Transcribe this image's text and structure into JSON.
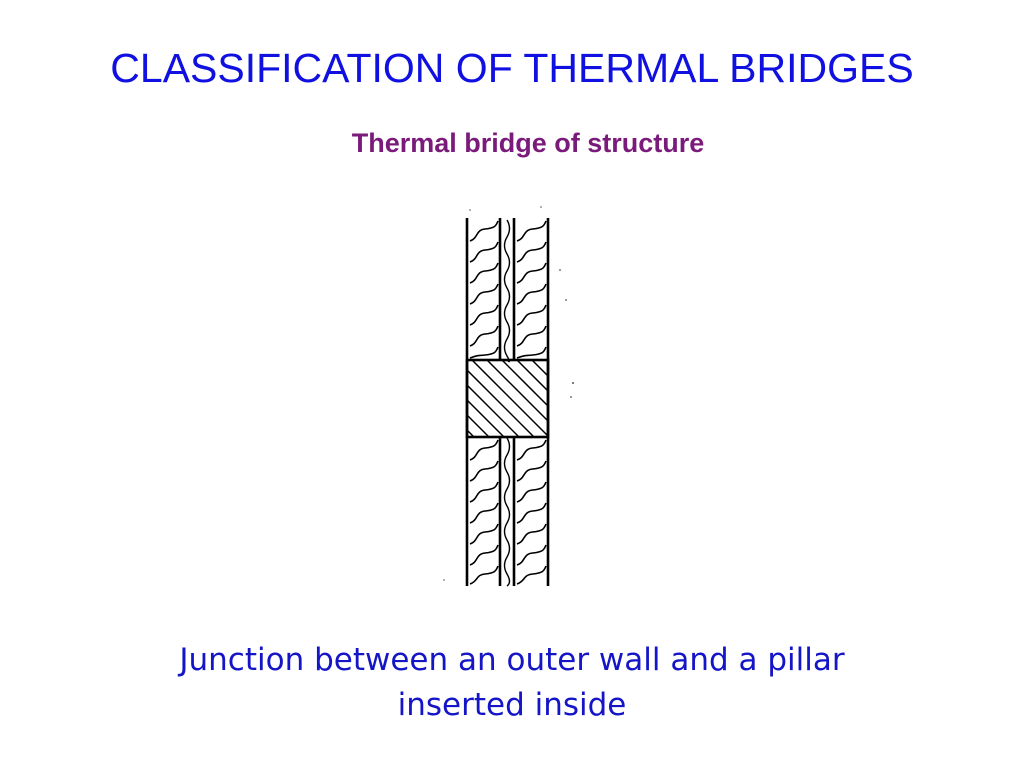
{
  "slide": {
    "title": "CLASSIFICATION OF THERMAL BRIDGES",
    "subtitle": "Thermal bridge of structure",
    "caption_line1": "Junction between an outer wall and a pillar",
    "caption_line2": "inserted inside"
  },
  "colors": {
    "title": "#1010e0",
    "subtitle": "#7a1a7a",
    "caption": "#1515c8",
    "drawing": "#000000"
  }
}
